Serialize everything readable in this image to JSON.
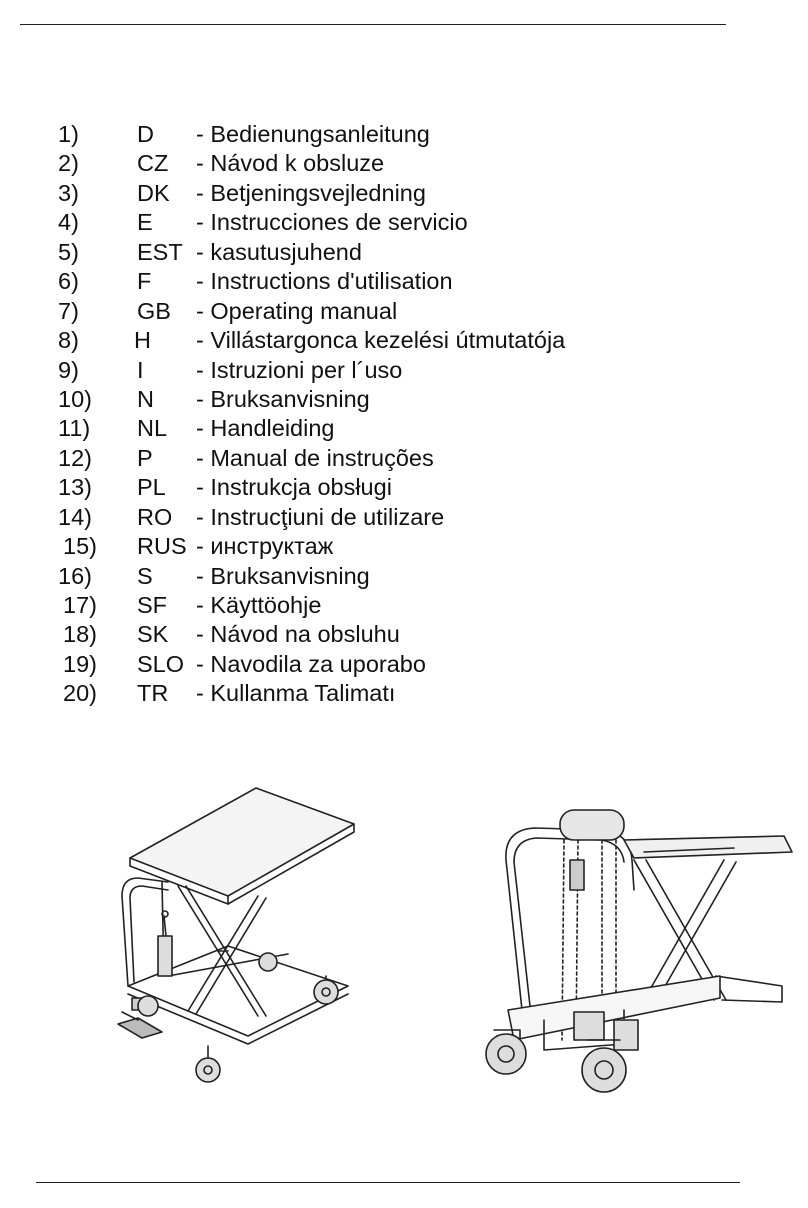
{
  "languages": [
    {
      "num": "1)",
      "code": "D",
      "desc": "- Bedienungsanleitung"
    },
    {
      "num": "2)",
      "code": "CZ",
      "desc": "- Návod k obsluze"
    },
    {
      "num": "3)",
      "code": "DK",
      "desc": "- Betjeningsvejledning"
    },
    {
      "num": "4)",
      "code": "E",
      "desc": "- Instrucciones de servicio"
    },
    {
      "num": "5)",
      "code": "EST",
      "desc": "- kasutusjuhend"
    },
    {
      "num": "6)",
      "code": "F",
      "desc": "- Instructions d'utilisation"
    },
    {
      "num": "7)",
      "code": "GB",
      "desc": "- Operating manual"
    },
    {
      "num": "8)",
      "code": "H",
      "desc": "- Villástargonca  kezelési útmutatója"
    },
    {
      "num": "9)",
      "code": "I",
      "desc": "- Istruzioni per l´uso"
    },
    {
      "num": "10)",
      "code": "N",
      "desc": "- Bruksanvisning"
    },
    {
      "num": "11)",
      "code": "NL",
      "desc": "- Handleiding"
    },
    {
      "num": "12)",
      "code": "P",
      "desc": "- Manual de instruções"
    },
    {
      "num": "13)",
      "code": "PL",
      "desc": "- Instrukcja obsługi"
    },
    {
      "num": "14)",
      "code": "RO",
      "desc": "- Instrucţiuni de utilizare"
    },
    {
      "num": "15)",
      "code": "RUS",
      "desc": "- инструктаж"
    },
    {
      "num": "16)",
      "code": "S",
      "desc": "- Bruksanvisning"
    },
    {
      "num": "17)",
      "code": "SF",
      "desc": "- Käyttöohje"
    },
    {
      "num": "18)",
      "code": "SK",
      "desc": "- Návod na obsluhu"
    },
    {
      "num": "19)",
      "code": "SLO",
      "desc": "- Navodila za uporabo"
    },
    {
      "num": "20)",
      "code": "TR",
      "desc": "- Kullanma Talimatı"
    }
  ],
  "illustrations": {
    "left": "scissor-lift-table-cart",
    "right": "high-lift-pallet-stacker"
  }
}
